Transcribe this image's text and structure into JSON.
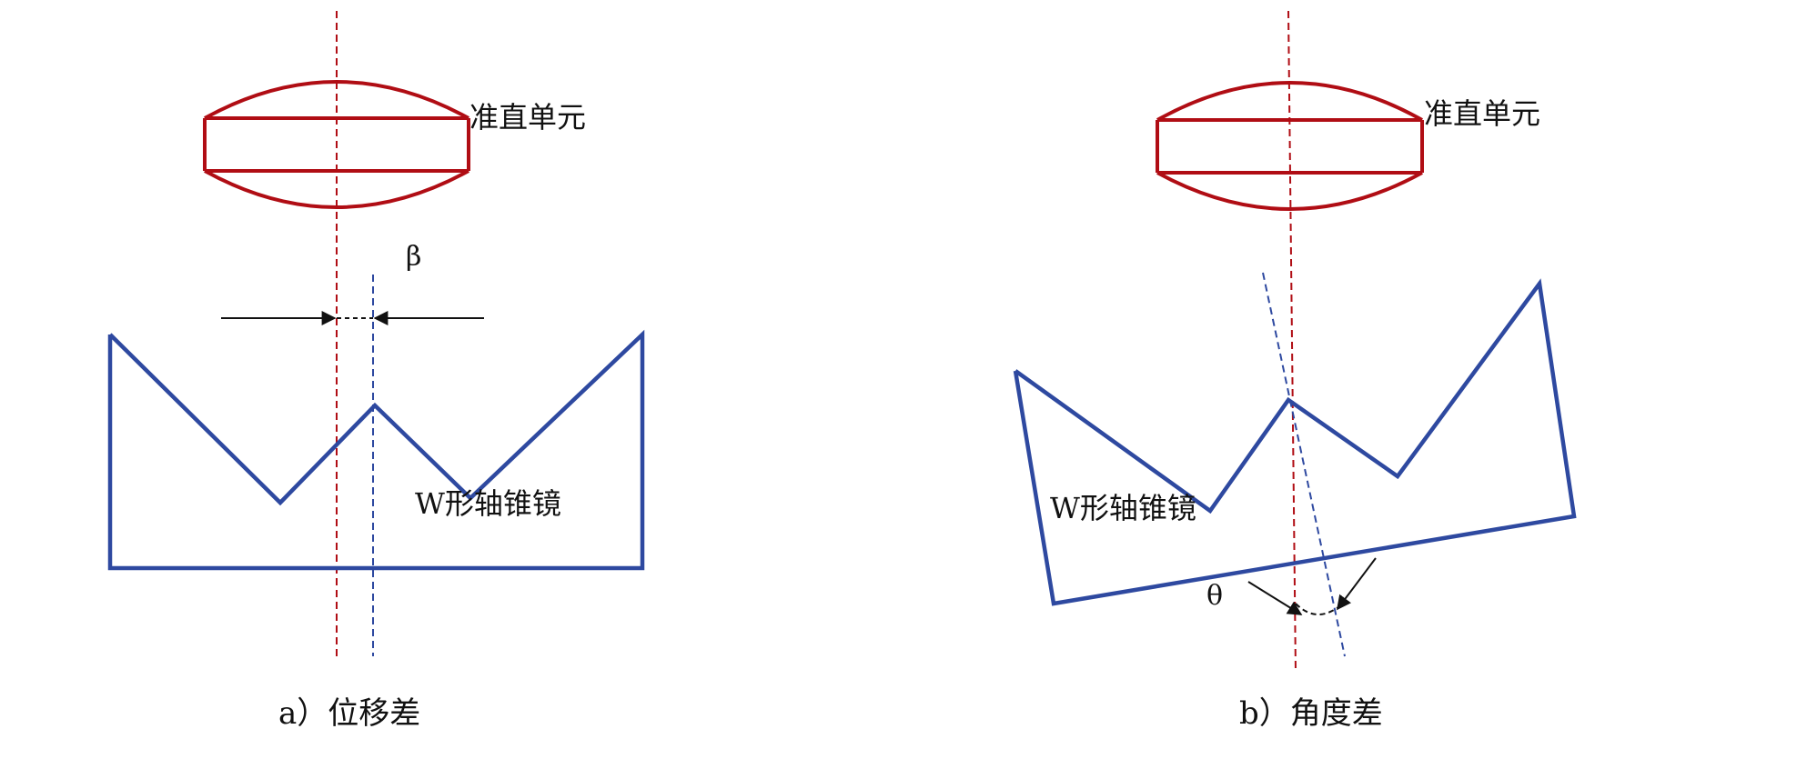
{
  "colors": {
    "collimator": "#b00d14",
    "axicon": "#2e49a0",
    "text": "#111111"
  },
  "panel_a": {
    "collimator_label": "准直单元",
    "axicon_label": "W形轴锥镜",
    "offset_symbol": "β",
    "caption": "a）位移差"
  },
  "panel_b": {
    "collimator_label": "准直单元",
    "axicon_label": "W形轴锥镜",
    "angle_symbol": "θ",
    "caption": "b）角度差"
  }
}
